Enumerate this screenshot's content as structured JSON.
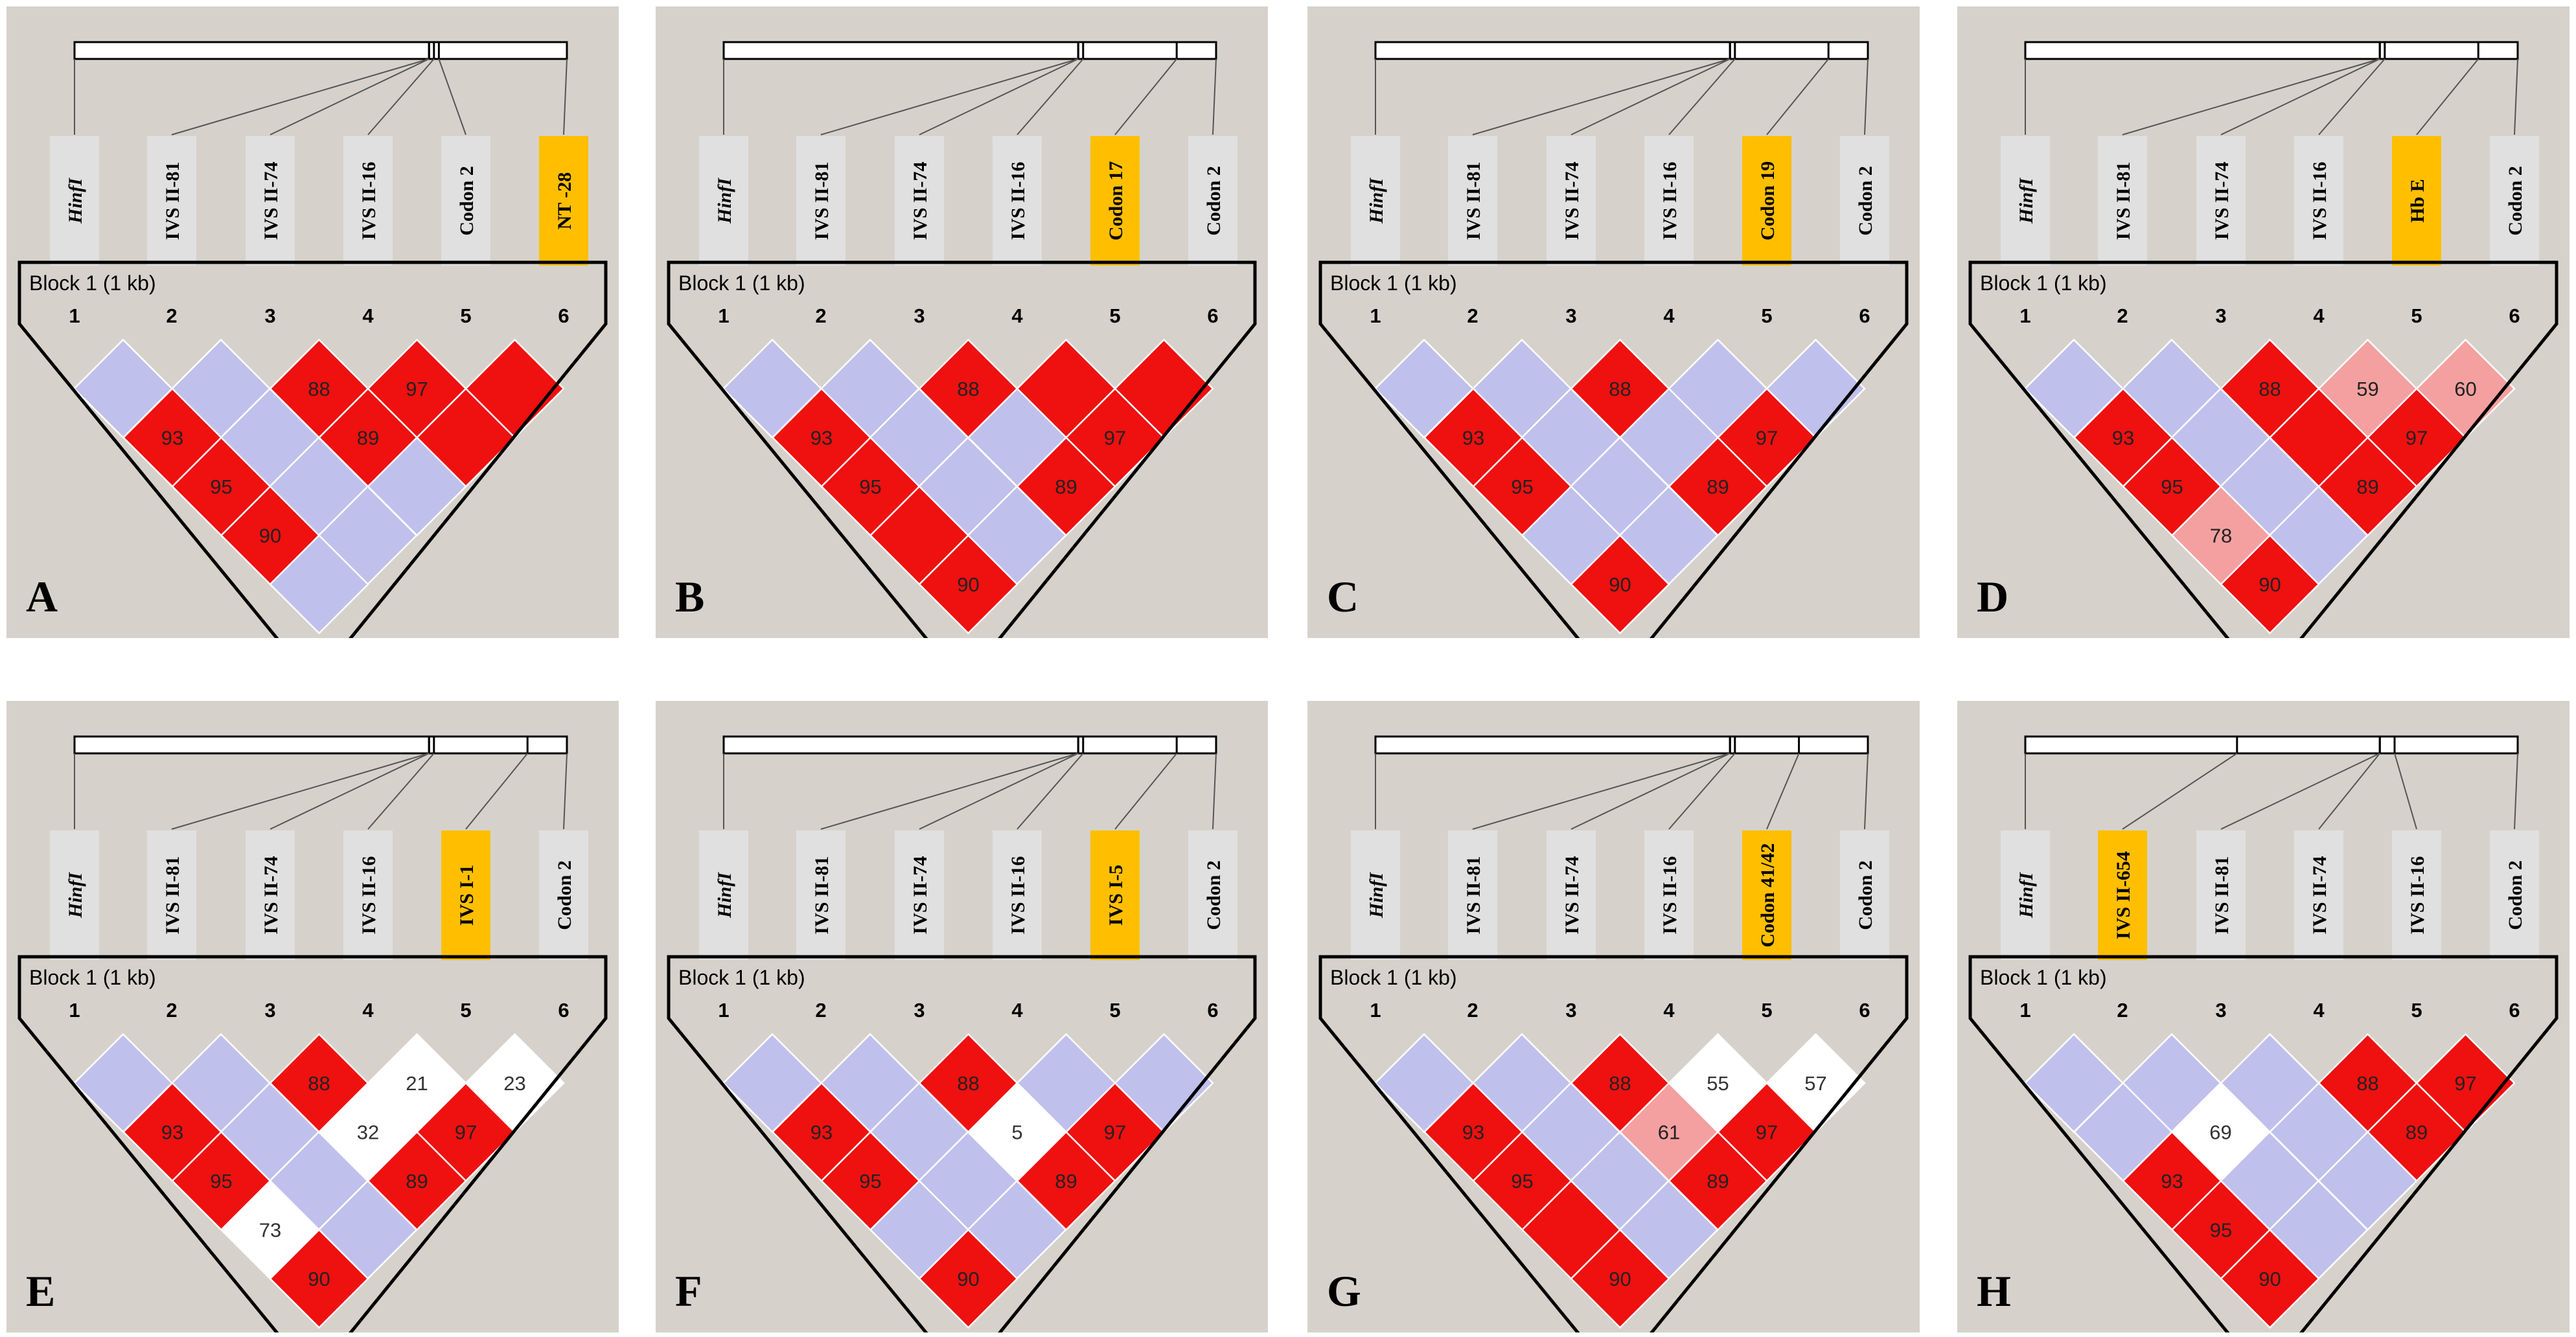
{
  "colors": {
    "panel_bg": "#d6d2cb",
    "strong_ld": "#ef1010",
    "weak_ld": "#c0c0ec",
    "intermediate_ld": "#f4a0a0",
    "no_ld": "#ffffff",
    "highlight": "#ffbf00",
    "label_box": "#e0e0e0"
  },
  "block_label": "Block 1 (1 kb)",
  "index_labels": [
    "1",
    "2",
    "3",
    "4",
    "5",
    "6"
  ],
  "panels": [
    {
      "letter": "A",
      "snps": [
        "HinfI",
        "IVS II-81",
        "IVS II-74",
        "IVS II-16",
        "Codon 2",
        "NT -28"
      ],
      "highlight": 5,
      "map_positions": [
        0.0,
        0.72,
        0.72,
        0.73,
        0.74,
        1.0
      ],
      "cells": [
        {
          "pair": [
            1,
            2
          ],
          "val": "",
          "color": "weak"
        },
        {
          "pair": [
            2,
            3
          ],
          "val": "",
          "color": "weak"
        },
        {
          "pair": [
            3,
            4
          ],
          "val": "88",
          "color": "strong"
        },
        {
          "pair": [
            4,
            5
          ],
          "val": "97",
          "color": "strong"
        },
        {
          "pair": [
            5,
            6
          ],
          "val": "",
          "color": "strong"
        },
        {
          "pair": [
            1,
            3
          ],
          "val": "93",
          "color": "strong"
        },
        {
          "pair": [
            2,
            4
          ],
          "val": "",
          "color": "weak"
        },
        {
          "pair": [
            3,
            5
          ],
          "val": "89",
          "color": "strong"
        },
        {
          "pair": [
            4,
            6
          ],
          "val": "",
          "color": "strong"
        },
        {
          "pair": [
            1,
            4
          ],
          "val": "95",
          "color": "strong"
        },
        {
          "pair": [
            2,
            5
          ],
          "val": "",
          "color": "weak"
        },
        {
          "pair": [
            3,
            6
          ],
          "val": "",
          "color": "weak"
        },
        {
          "pair": [
            1,
            5
          ],
          "val": "90",
          "color": "strong"
        },
        {
          "pair": [
            2,
            6
          ],
          "val": "",
          "color": "weak"
        },
        {
          "pair": [
            1,
            6
          ],
          "val": "",
          "color": "weak"
        }
      ]
    },
    {
      "letter": "B",
      "snps": [
        "HinfI",
        "IVS II-81",
        "IVS II-74",
        "IVS II-16",
        "Codon 17",
        "Codon 2"
      ],
      "highlight": 4,
      "map_positions": [
        0.0,
        0.72,
        0.72,
        0.73,
        0.92,
        1.0
      ],
      "cells": [
        {
          "pair": [
            1,
            2
          ],
          "val": "",
          "color": "weak"
        },
        {
          "pair": [
            2,
            3
          ],
          "val": "",
          "color": "weak"
        },
        {
          "pair": [
            3,
            4
          ],
          "val": "88",
          "color": "strong"
        },
        {
          "pair": [
            4,
            5
          ],
          "val": "",
          "color": "strong"
        },
        {
          "pair": [
            5,
            6
          ],
          "val": "",
          "color": "strong"
        },
        {
          "pair": [
            1,
            3
          ],
          "val": "93",
          "color": "strong"
        },
        {
          "pair": [
            2,
            4
          ],
          "val": "",
          "color": "weak"
        },
        {
          "pair": [
            3,
            5
          ],
          "val": "",
          "color": "weak"
        },
        {
          "pair": [
            4,
            6
          ],
          "val": "97",
          "color": "strong"
        },
        {
          "pair": [
            1,
            4
          ],
          "val": "95",
          "color": "strong"
        },
        {
          "pair": [
            2,
            5
          ],
          "val": "",
          "color": "weak"
        },
        {
          "pair": [
            3,
            6
          ],
          "val": "89",
          "color": "strong"
        },
        {
          "pair": [
            1,
            5
          ],
          "val": "",
          "color": "strong"
        },
        {
          "pair": [
            2,
            6
          ],
          "val": "",
          "color": "weak"
        },
        {
          "pair": [
            1,
            6
          ],
          "val": "90",
          "color": "strong"
        }
      ]
    },
    {
      "letter": "C",
      "snps": [
        "HinfI",
        "IVS II-81",
        "IVS II-74",
        "IVS II-16",
        "Codon 19",
        "Codon 2"
      ],
      "highlight": 4,
      "map_positions": [
        0.0,
        0.72,
        0.72,
        0.73,
        0.92,
        1.0
      ],
      "cells": [
        {
          "pair": [
            1,
            2
          ],
          "val": "",
          "color": "weak"
        },
        {
          "pair": [
            2,
            3
          ],
          "val": "",
          "color": "weak"
        },
        {
          "pair": [
            3,
            4
          ],
          "val": "88",
          "color": "strong"
        },
        {
          "pair": [
            4,
            5
          ],
          "val": "",
          "color": "weak"
        },
        {
          "pair": [
            5,
            6
          ],
          "val": "",
          "color": "weak"
        },
        {
          "pair": [
            1,
            3
          ],
          "val": "93",
          "color": "strong"
        },
        {
          "pair": [
            2,
            4
          ],
          "val": "",
          "color": "weak"
        },
        {
          "pair": [
            3,
            5
          ],
          "val": "",
          "color": "weak"
        },
        {
          "pair": [
            4,
            6
          ],
          "val": "97",
          "color": "strong"
        },
        {
          "pair": [
            1,
            4
          ],
          "val": "95",
          "color": "strong"
        },
        {
          "pair": [
            2,
            5
          ],
          "val": "",
          "color": "weak"
        },
        {
          "pair": [
            3,
            6
          ],
          "val": "89",
          "color": "strong"
        },
        {
          "pair": [
            1,
            5
          ],
          "val": "",
          "color": "weak"
        },
        {
          "pair": [
            2,
            6
          ],
          "val": "",
          "color": "weak"
        },
        {
          "pair": [
            1,
            6
          ],
          "val": "90",
          "color": "strong"
        }
      ]
    },
    {
      "letter": "D",
      "snps": [
        "HinfI",
        "IVS II-81",
        "IVS II-74",
        "IVS II-16",
        "Hb E",
        "Codon 2"
      ],
      "highlight": 4,
      "map_positions": [
        0.0,
        0.72,
        0.72,
        0.73,
        0.92,
        1.0
      ],
      "cells": [
        {
          "pair": [
            1,
            2
          ],
          "val": "",
          "color": "weak"
        },
        {
          "pair": [
            2,
            3
          ],
          "val": "",
          "color": "weak"
        },
        {
          "pair": [
            3,
            4
          ],
          "val": "88",
          "color": "strong"
        },
        {
          "pair": [
            4,
            5
          ],
          "val": "59",
          "color": "intermediate"
        },
        {
          "pair": [
            5,
            6
          ],
          "val": "60",
          "color": "intermediate"
        },
        {
          "pair": [
            1,
            3
          ],
          "val": "93",
          "color": "strong"
        },
        {
          "pair": [
            2,
            4
          ],
          "val": "",
          "color": "weak"
        },
        {
          "pair": [
            3,
            5
          ],
          "val": "",
          "color": "strong"
        },
        {
          "pair": [
            4,
            6
          ],
          "val": "97",
          "color": "strong"
        },
        {
          "pair": [
            1,
            4
          ],
          "val": "95",
          "color": "strong"
        },
        {
          "pair": [
            2,
            5
          ],
          "val": "",
          "color": "weak"
        },
        {
          "pair": [
            3,
            6
          ],
          "val": "89",
          "color": "strong"
        },
        {
          "pair": [
            1,
            5
          ],
          "val": "78",
          "color": "intermediate"
        },
        {
          "pair": [
            2,
            6
          ],
          "val": "",
          "color": "weak"
        },
        {
          "pair": [
            1,
            6
          ],
          "val": "90",
          "color": "strong"
        }
      ]
    },
    {
      "letter": "E",
      "snps": [
        "HinfI",
        "IVS II-81",
        "IVS II-74",
        "IVS II-16",
        "IVS I-1",
        "Codon 2"
      ],
      "highlight": 4,
      "map_positions": [
        0.0,
        0.72,
        0.72,
        0.73,
        0.92,
        1.0
      ],
      "cells": [
        {
          "pair": [
            1,
            2
          ],
          "val": "",
          "color": "weak"
        },
        {
          "pair": [
            2,
            3
          ],
          "val": "",
          "color": "weak"
        },
        {
          "pair": [
            3,
            4
          ],
          "val": "88",
          "color": "strong"
        },
        {
          "pair": [
            4,
            5
          ],
          "val": "21",
          "color": "none"
        },
        {
          "pair": [
            5,
            6
          ],
          "val": "23",
          "color": "none"
        },
        {
          "pair": [
            1,
            3
          ],
          "val": "93",
          "color": "strong"
        },
        {
          "pair": [
            2,
            4
          ],
          "val": "",
          "color": "weak"
        },
        {
          "pair": [
            3,
            5
          ],
          "val": "32",
          "color": "none"
        },
        {
          "pair": [
            4,
            6
          ],
          "val": "97",
          "color": "strong"
        },
        {
          "pair": [
            1,
            4
          ],
          "val": "95",
          "color": "strong"
        },
        {
          "pair": [
            2,
            5
          ],
          "val": "",
          "color": "weak"
        },
        {
          "pair": [
            3,
            6
          ],
          "val": "89",
          "color": "strong"
        },
        {
          "pair": [
            1,
            5
          ],
          "val": "73",
          "color": "none"
        },
        {
          "pair": [
            2,
            6
          ],
          "val": "",
          "color": "weak"
        },
        {
          "pair": [
            1,
            6
          ],
          "val": "90",
          "color": "strong"
        }
      ]
    },
    {
      "letter": "F",
      "snps": [
        "HinfI",
        "IVS II-81",
        "IVS II-74",
        "IVS II-16",
        "IVS I-5",
        "Codon 2"
      ],
      "highlight": 4,
      "map_positions": [
        0.0,
        0.72,
        0.72,
        0.73,
        0.92,
        1.0
      ],
      "cells": [
        {
          "pair": [
            1,
            2
          ],
          "val": "",
          "color": "weak"
        },
        {
          "pair": [
            2,
            3
          ],
          "val": "",
          "color": "weak"
        },
        {
          "pair": [
            3,
            4
          ],
          "val": "88",
          "color": "strong"
        },
        {
          "pair": [
            4,
            5
          ],
          "val": "",
          "color": "weak"
        },
        {
          "pair": [
            5,
            6
          ],
          "val": "",
          "color": "weak"
        },
        {
          "pair": [
            1,
            3
          ],
          "val": "93",
          "color": "strong"
        },
        {
          "pair": [
            2,
            4
          ],
          "val": "",
          "color": "weak"
        },
        {
          "pair": [
            3,
            5
          ],
          "val": "5",
          "color": "none"
        },
        {
          "pair": [
            4,
            6
          ],
          "val": "97",
          "color": "strong"
        },
        {
          "pair": [
            1,
            4
          ],
          "val": "95",
          "color": "strong"
        },
        {
          "pair": [
            2,
            5
          ],
          "val": "",
          "color": "weak"
        },
        {
          "pair": [
            3,
            6
          ],
          "val": "89",
          "color": "strong"
        },
        {
          "pair": [
            1,
            5
          ],
          "val": "",
          "color": "weak"
        },
        {
          "pair": [
            2,
            6
          ],
          "val": "",
          "color": "weak"
        },
        {
          "pair": [
            1,
            6
          ],
          "val": "90",
          "color": "strong"
        }
      ]
    },
    {
      "letter": "G",
      "snps": [
        "HinfI",
        "IVS II-81",
        "IVS II-74",
        "IVS II-16",
        "Codon 41/42",
        "Codon 2"
      ],
      "highlight": 4,
      "map_positions": [
        0.0,
        0.72,
        0.72,
        0.73,
        0.86,
        1.0
      ],
      "cells": [
        {
          "pair": [
            1,
            2
          ],
          "val": "",
          "color": "weak"
        },
        {
          "pair": [
            2,
            3
          ],
          "val": "",
          "color": "weak"
        },
        {
          "pair": [
            3,
            4
          ],
          "val": "88",
          "color": "strong"
        },
        {
          "pair": [
            4,
            5
          ],
          "val": "55",
          "color": "none"
        },
        {
          "pair": [
            5,
            6
          ],
          "val": "57",
          "color": "none"
        },
        {
          "pair": [
            1,
            3
          ],
          "val": "93",
          "color": "strong"
        },
        {
          "pair": [
            2,
            4
          ],
          "val": "",
          "color": "weak"
        },
        {
          "pair": [
            3,
            5
          ],
          "val": "61",
          "color": "intermediate"
        },
        {
          "pair": [
            4,
            6
          ],
          "val": "97",
          "color": "strong"
        },
        {
          "pair": [
            1,
            4
          ],
          "val": "95",
          "color": "strong"
        },
        {
          "pair": [
            2,
            5
          ],
          "val": "",
          "color": "weak"
        },
        {
          "pair": [
            3,
            6
          ],
          "val": "89",
          "color": "strong"
        },
        {
          "pair": [
            1,
            5
          ],
          "val": "",
          "color": "strong"
        },
        {
          "pair": [
            2,
            6
          ],
          "val": "",
          "color": "weak"
        },
        {
          "pair": [
            1,
            6
          ],
          "val": "90",
          "color": "strong"
        }
      ]
    },
    {
      "letter": "H",
      "snps": [
        "HinfI",
        "IVS II-654",
        "IVS II-81",
        "IVS II-74",
        "IVS II-16",
        "Codon 2"
      ],
      "highlight": 1,
      "map_positions": [
        0.0,
        0.43,
        0.72,
        0.72,
        0.75,
        1.0
      ],
      "cells": [
        {
          "pair": [
            1,
            2
          ],
          "val": "",
          "color": "weak"
        },
        {
          "pair": [
            2,
            3
          ],
          "val": "",
          "color": "weak"
        },
        {
          "pair": [
            3,
            4
          ],
          "val": "",
          "color": "weak"
        },
        {
          "pair": [
            4,
            5
          ],
          "val": "88",
          "color": "strong"
        },
        {
          "pair": [
            5,
            6
          ],
          "val": "97",
          "color": "strong"
        },
        {
          "pair": [
            1,
            3
          ],
          "val": "",
          "color": "weak"
        },
        {
          "pair": [
            2,
            4
          ],
          "val": "69",
          "color": "none"
        },
        {
          "pair": [
            3,
            5
          ],
          "val": "",
          "color": "weak"
        },
        {
          "pair": [
            4,
            6
          ],
          "val": "89",
          "color": "strong"
        },
        {
          "pair": [
            1,
            4
          ],
          "val": "93",
          "color": "strong"
        },
        {
          "pair": [
            2,
            5
          ],
          "val": "",
          "color": "weak"
        },
        {
          "pair": [
            3,
            6
          ],
          "val": "",
          "color": "weak"
        },
        {
          "pair": [
            1,
            5
          ],
          "val": "95",
          "color": "strong"
        },
        {
          "pair": [
            2,
            6
          ],
          "val": "",
          "color": "weak"
        },
        {
          "pair": [
            1,
            6
          ],
          "val": "90",
          "color": "strong"
        }
      ]
    }
  ]
}
